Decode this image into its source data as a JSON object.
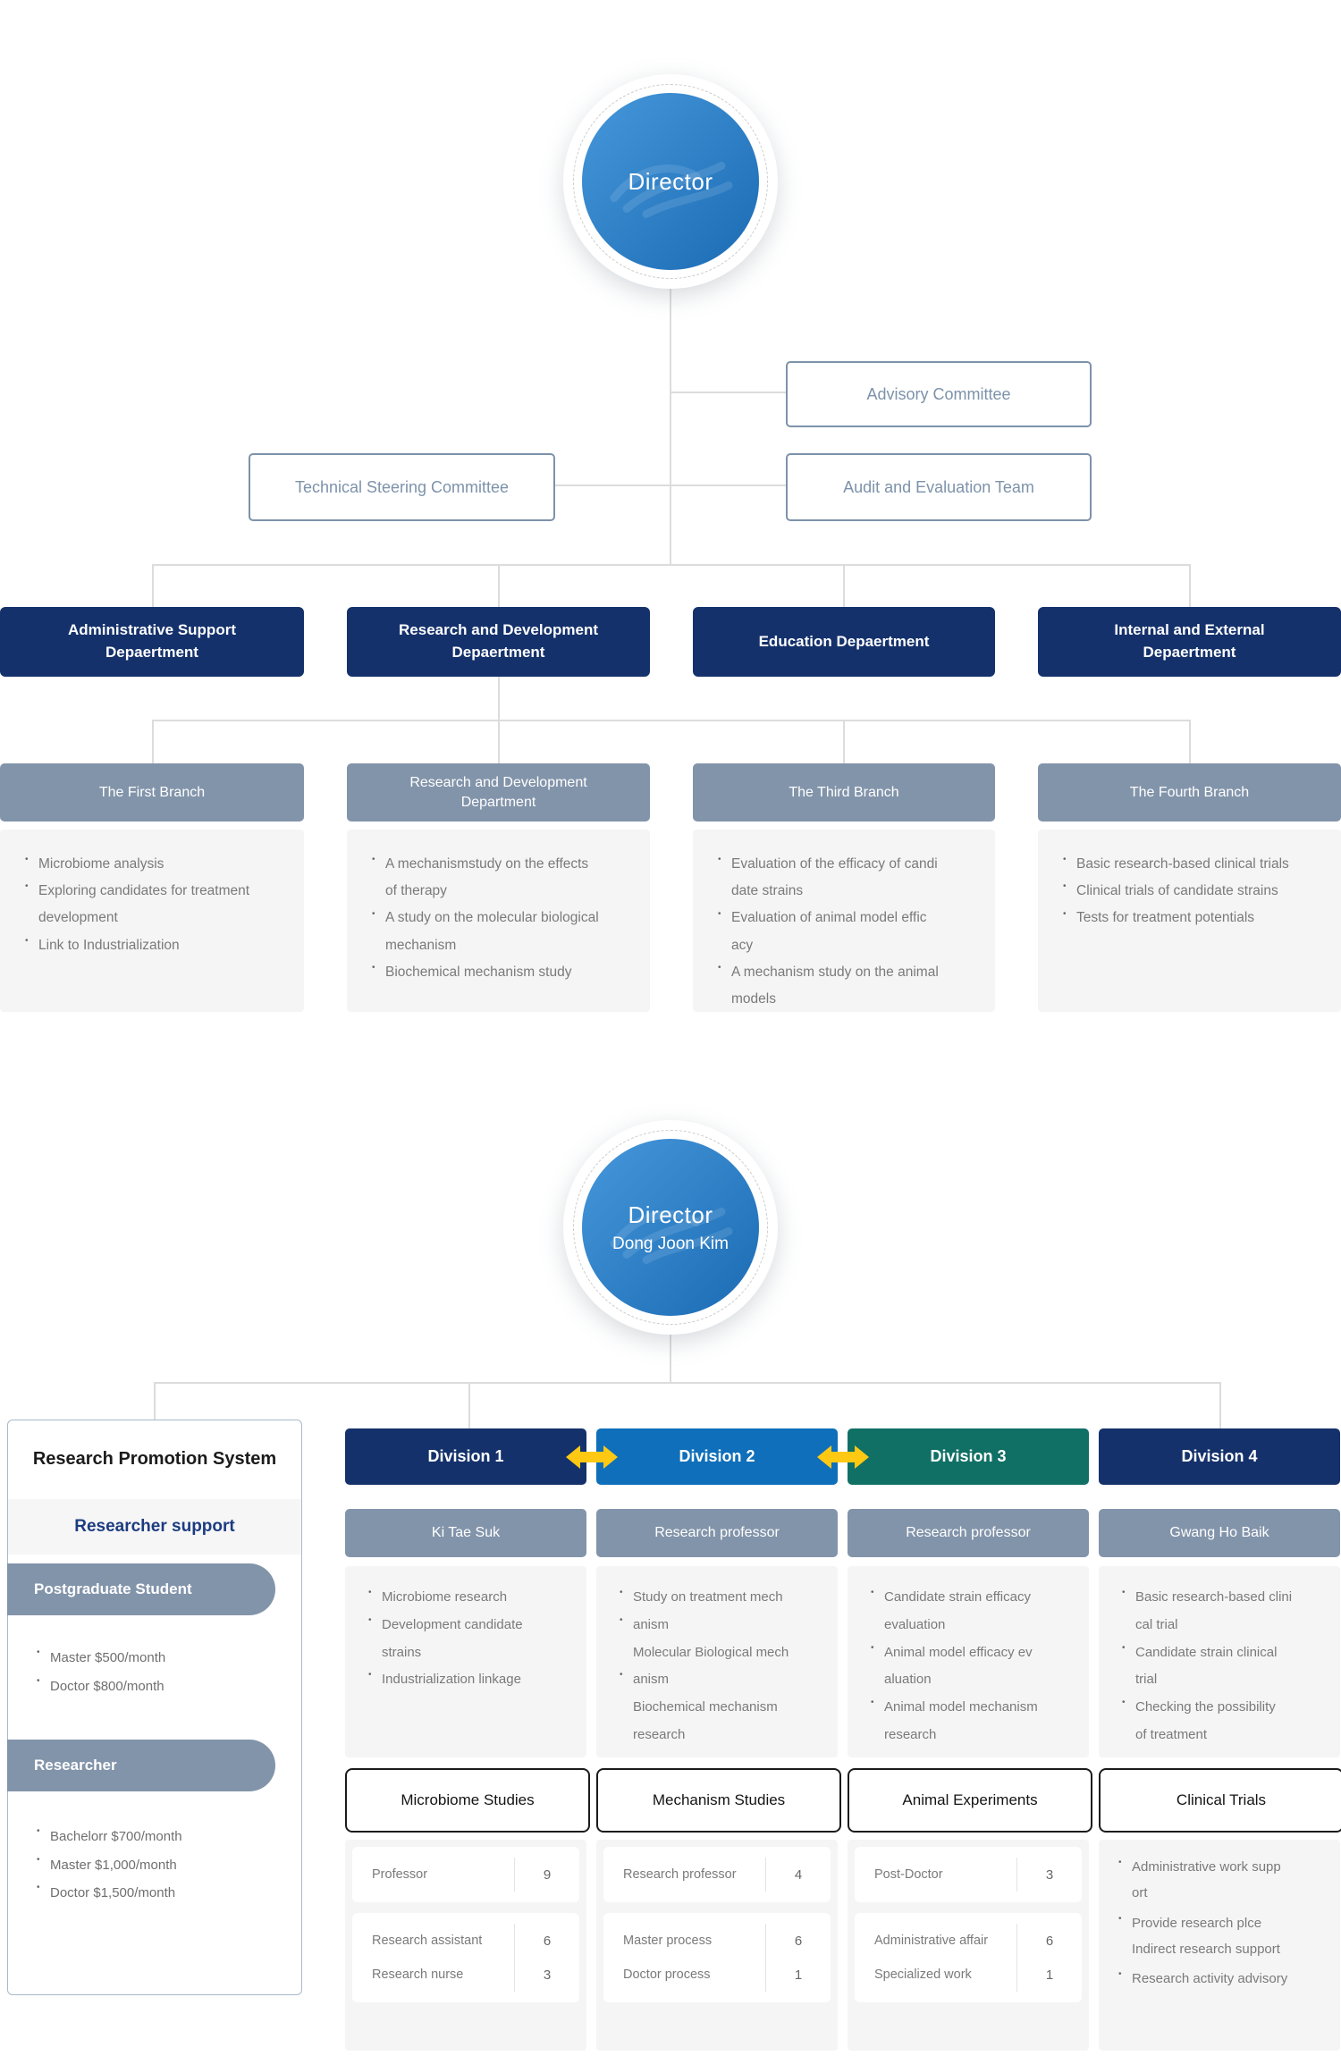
{
  "palette": {
    "navy": "#14316b",
    "division2_blue": "#0f6fba",
    "division3_teal": "#107065",
    "slate": "#8294aa",
    "body_gray": "#f5f5f6",
    "connector_gray": "#dcdcdc",
    "committee_outline": "#7d92aa",
    "arrow_yellow": "#ffc913",
    "director_gradient_start": "#4697da",
    "director_gradient_end": "#1b6bb4"
  },
  "top_chart": {
    "director": {
      "title": "Director"
    },
    "committees": {
      "advisory": "Advisory Committee",
      "technical": "Technical Steering Committee",
      "audit": "Audit and Evaluation Team"
    },
    "departments": [
      "Administrative Support\nDepaertment",
      "Research and Development\nDepaertment",
      "Education Depaertment",
      "Internal and External\nDepaertment"
    ],
    "branches": [
      {
        "title": "The First Branch",
        "items": [
          "Microbiome analysis",
          "Exploring candidates for treatment\ndevelopment",
          "Link to Industrialization"
        ]
      },
      {
        "title": "Research and Development\nDepartment",
        "items": [
          "A mechanismstudy on the effects\nof therapy",
          "A study on the molecular biological\nmechanism",
          "Biochemical mechanism study"
        ]
      },
      {
        "title": "The Third Branch",
        "items": [
          "Evaluation of the efficacy of candi\ndate strains",
          "Evaluation of animal model effic\nacy",
          "A mechanism study on the animal\nmodels"
        ]
      },
      {
        "title": "The Fourth Branch",
        "items": [
          "Basic research-based clinical trials",
          "Clinical trials of candidate strains",
          "Tests for treatment potentials"
        ]
      }
    ]
  },
  "bottom_chart": {
    "director": {
      "title": "Director",
      "name": "Dong Joon Kim"
    },
    "promotion_panel": {
      "title": "Research Promotion System",
      "subtitle": "Researcher support",
      "groups": [
        {
          "title": "Postgraduate Student",
          "items": [
            "Master $500/month",
            "Doctor $800/month"
          ]
        },
        {
          "title": "Researcher",
          "items": [
            "Bachelorr $700/month",
            "Master $1,000/month",
            "Doctor $1,500/month"
          ]
        }
      ]
    },
    "divisions": [
      {
        "title": "Division 1",
        "color": "#14316b",
        "lead": "Ki Tae Suk",
        "focus": [
          "Microbiome research",
          "Development candidate\nstrains",
          "Industrialization linkage"
        ],
        "unit": "Microbiome Studies",
        "staff": [
          {
            "rows": [
              {
                "role": "Professor",
                "count": "9"
              }
            ]
          },
          {
            "rows": [
              {
                "role": "Research assistant",
                "count": "6"
              },
              {
                "role": "Research nurse",
                "count": "3"
              }
            ]
          }
        ]
      },
      {
        "title": "Division 2",
        "color": "#0f6fba",
        "lead": "Research professor",
        "focus": [
          "Study on treatment mech",
          "anism\nMolecular Biological mech",
          "anism\nBiochemical mechanism\nresearch"
        ],
        "unit": "Mechanism Studies",
        "staff": [
          {
            "rows": [
              {
                "role": "Research professor",
                "count": "4"
              }
            ]
          },
          {
            "rows": [
              {
                "role": "Master process",
                "count": "6"
              },
              {
                "role": "Doctor process",
                "count": "1"
              }
            ]
          }
        ]
      },
      {
        "title": "Division 3",
        "color": "#107065",
        "lead": "Research professor",
        "focus": [
          "Candidate strain efficacy\nevaluation",
          "Animal model efficacy ev\naluation",
          "Animal model mechanism\nresearch"
        ],
        "unit": "Animal Experiments",
        "staff": [
          {
            "rows": [
              {
                "role": "Post-Doctor",
                "count": "3"
              }
            ]
          },
          {
            "rows": [
              {
                "role": "Administrative affair",
                "count": "6"
              },
              {
                "role": "Specialized work",
                "count": "1"
              }
            ]
          }
        ]
      },
      {
        "title": "Division 4",
        "color": "#14316b",
        "lead": "Gwang Ho Baik",
        "focus": [
          "Basic research-based clini\ncal trial",
          "Candidate strain clinical\ntrial",
          "Checking the possibility\nof treatment"
        ],
        "unit": "Clinical Trials",
        "notes": [
          "Administrative work supp\nort",
          "Provide research plce\nIndirect research support",
          "Research activity advisory"
        ]
      }
    ]
  }
}
